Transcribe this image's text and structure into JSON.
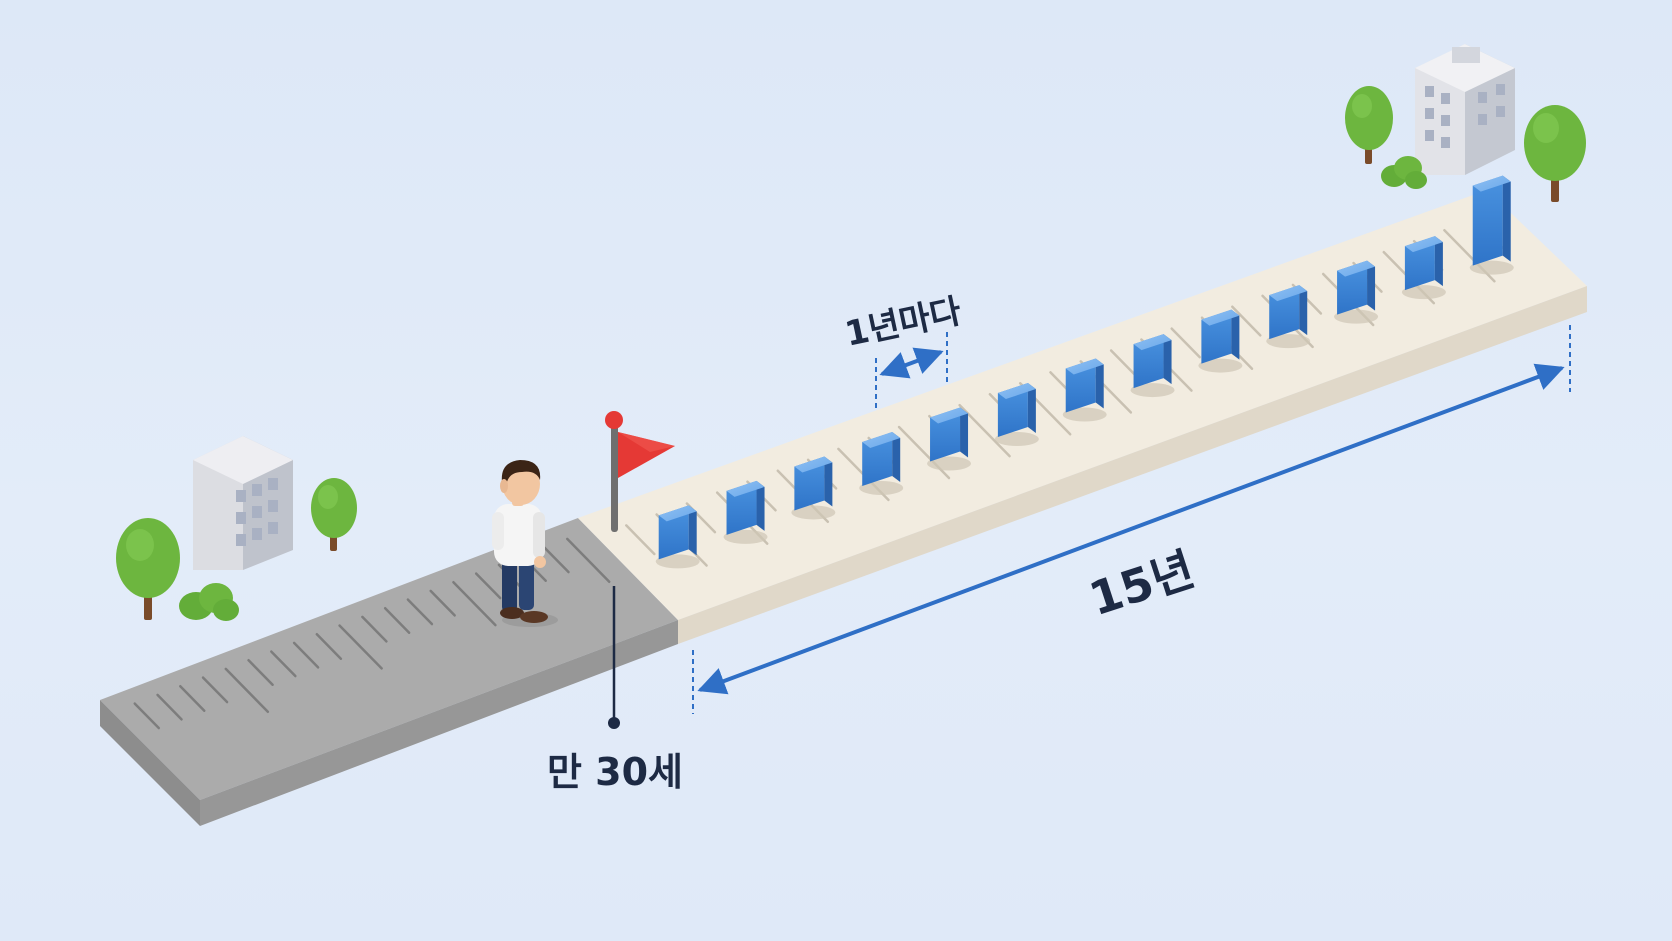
{
  "labels": {
    "interval": "1년마다",
    "duration": "15년",
    "start_age": "만 30세"
  },
  "diagram": {
    "accent_color": "#2f6fc6",
    "block_color": "#3f86d6",
    "past_ruler_color": "#a9a9a9",
    "future_ruler_color": "#f2ece0",
    "flag_color": "#e53935",
    "block_count": 13
  },
  "icons": [
    "person-icon",
    "flag-icon",
    "building-icon",
    "tree-icon",
    "bush-icon"
  ]
}
